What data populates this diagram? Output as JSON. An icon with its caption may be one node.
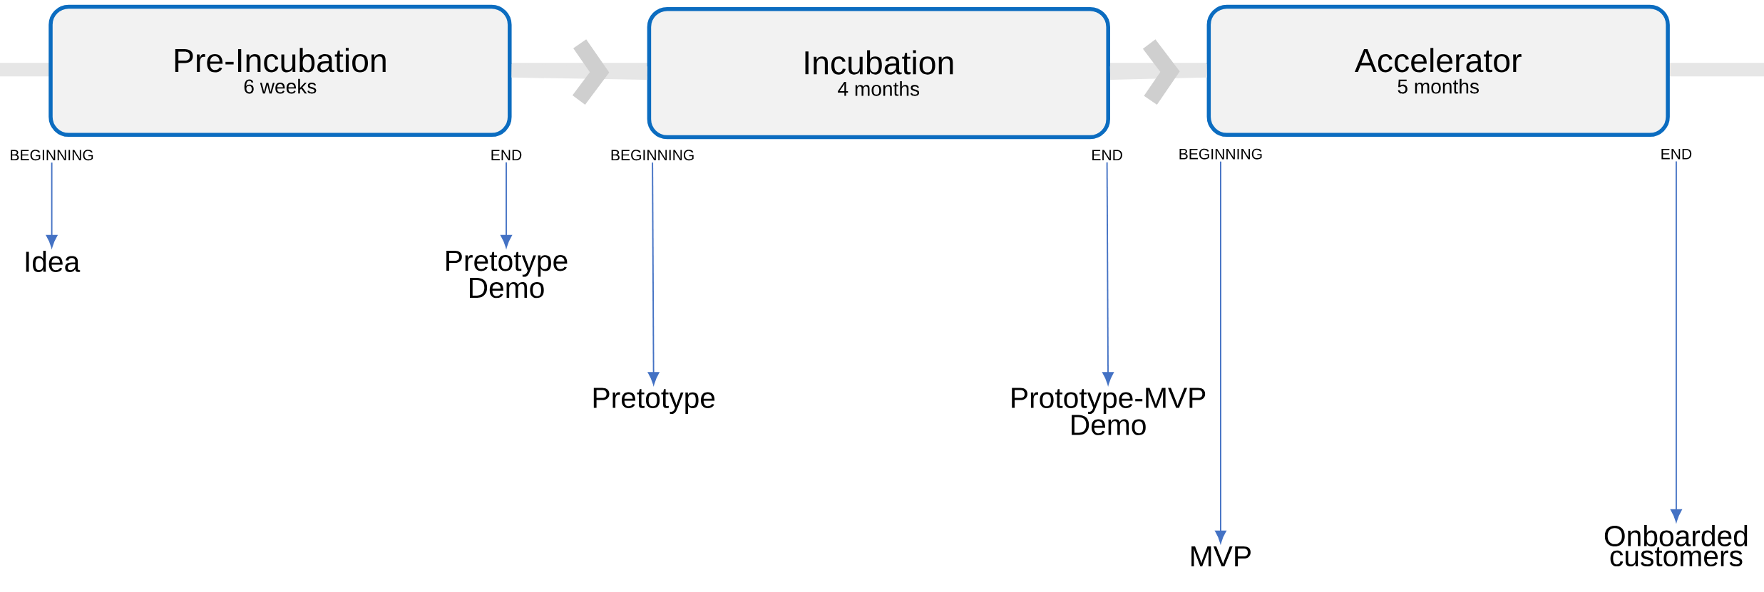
{
  "diagram": {
    "nodes": [
      {
        "text": [
          "Pre-Incubation",
          "6 weeks"
        ]
      },
      {
        "text": [
          "Incubation",
          "4 months"
        ]
      },
      {
        "text": [
          "Accelerator",
          "5 months"
        ]
      },
      {
        "text": [
          "BEGINNING"
        ]
      },
      {
        "text": [
          "END"
        ]
      },
      {
        "text": [
          "BEGINNING"
        ]
      },
      {
        "text": [
          "END"
        ]
      },
      {
        "text": [
          "BEGINNING"
        ]
      },
      {
        "text": [
          "END"
        ]
      },
      {
        "text": [
          "Idea"
        ]
      },
      {
        "text": [
          "Pretotype Demo"
        ]
      },
      {
        "text": [
          "Pretotype"
        ]
      },
      {
        "text": [
          "Prototype-MVP Demo"
        ]
      },
      {
        "text": [
          "MVP"
        ]
      },
      {
        "text": [
          "Onboarded customers"
        ]
      }
    ],
    "edges": [
      {
        "from": 0,
        "to": 1,
        "arrow": "to",
        "style": "thick",
        "color": "#cfcfcf"
      },
      {
        "from": 1,
        "to": 2,
        "arrow": "to",
        "style": "thick",
        "color": "#cfcfcf"
      },
      {
        "from": 3,
        "to": 9,
        "arrow": "to"
      },
      {
        "from": 4,
        "to": 10,
        "arrow": "to"
      },
      {
        "from": 5,
        "to": 11,
        "arrow": "to"
      },
      {
        "from": 6,
        "to": 12,
        "arrow": "to"
      },
      {
        "from": 7,
        "to": 13,
        "arrow": "to"
      },
      {
        "from": 8,
        "to": 14,
        "arrow": "to"
      }
    ]
  }
}
